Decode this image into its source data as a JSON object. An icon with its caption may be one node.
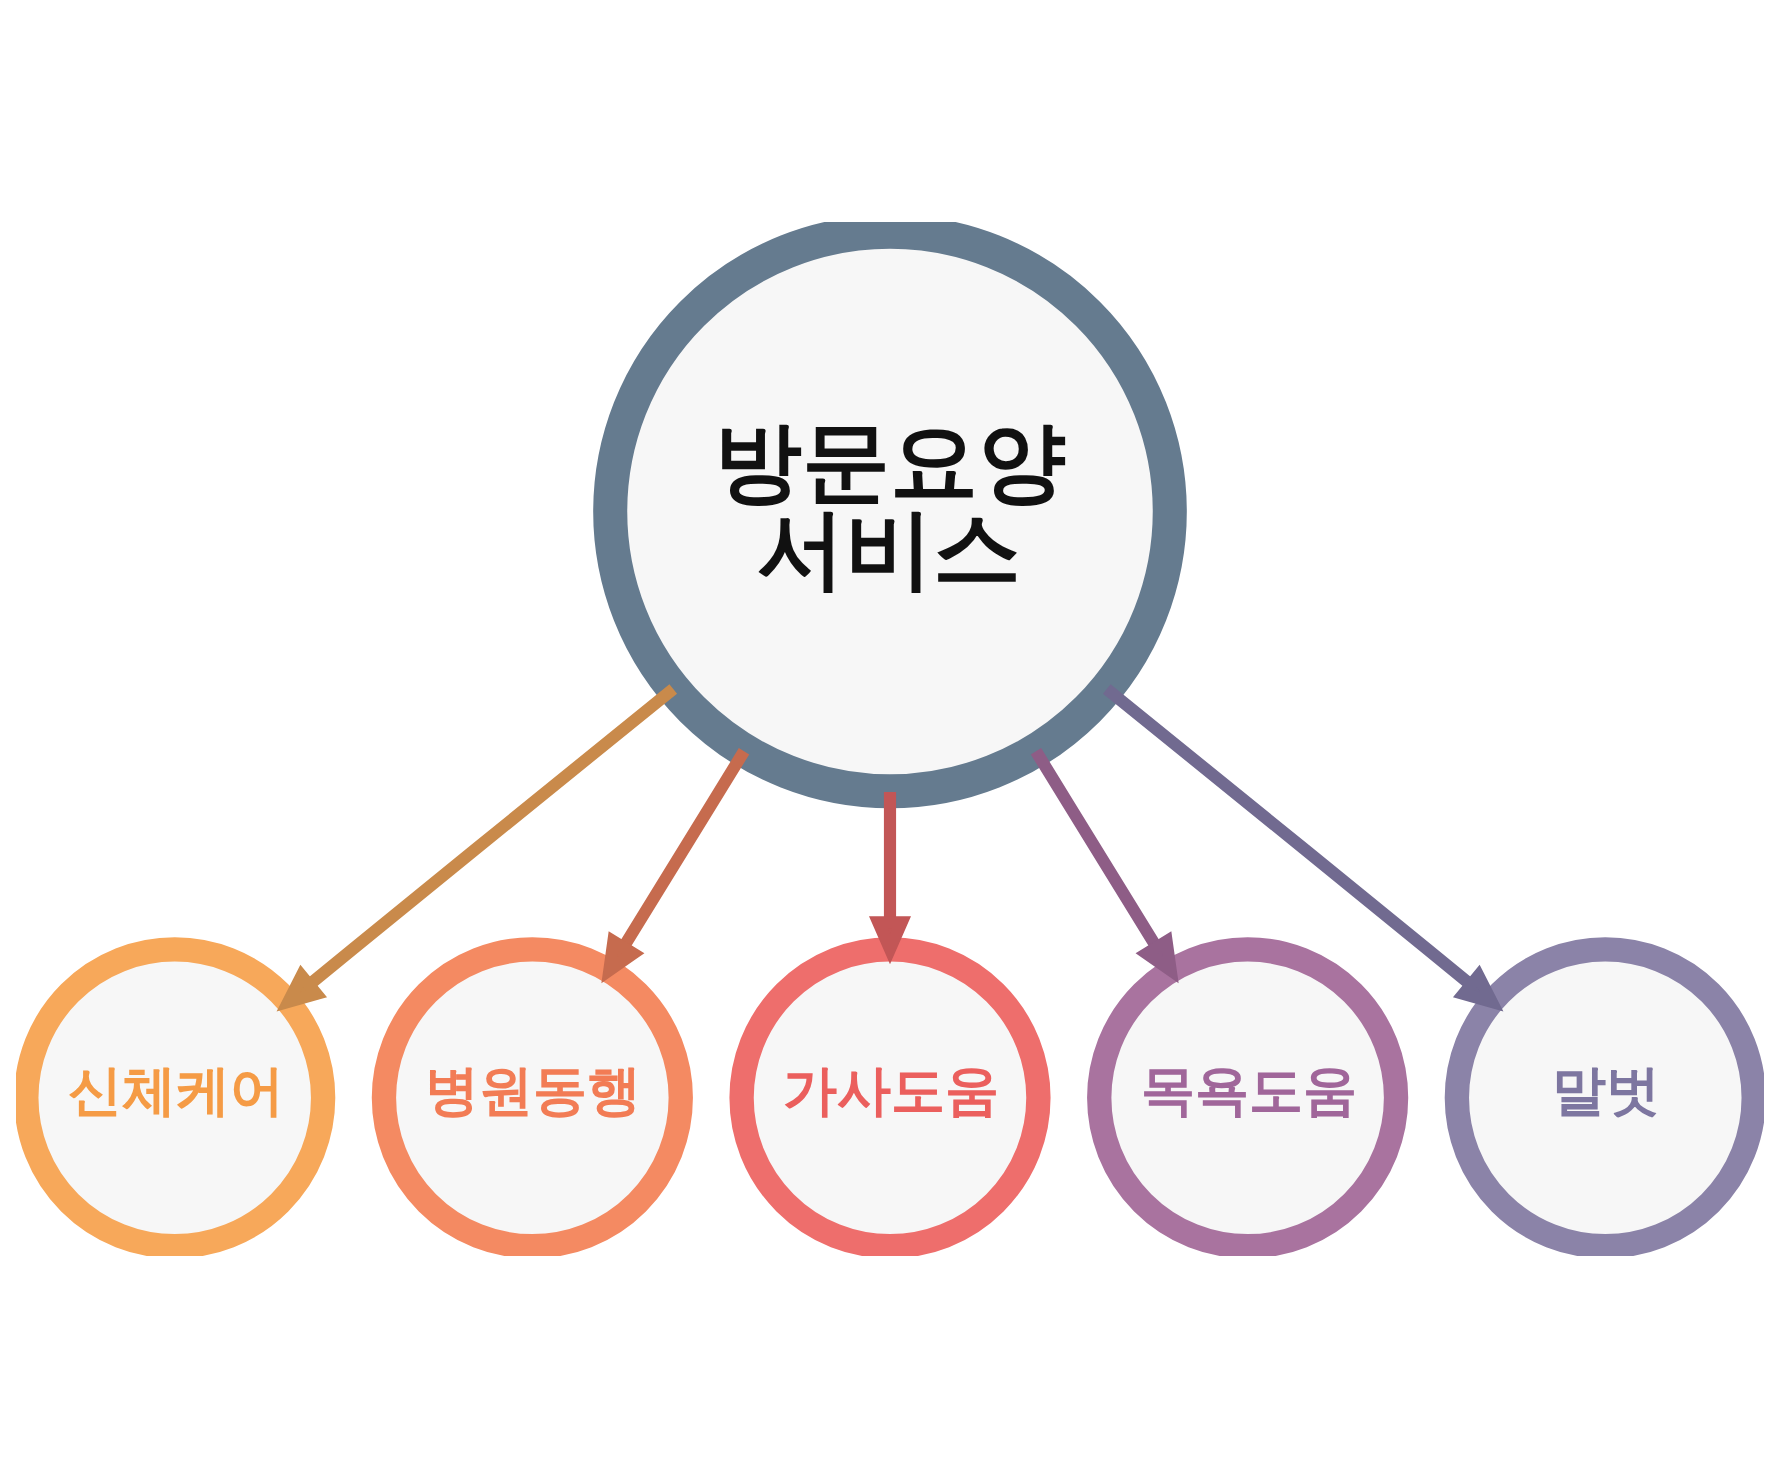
{
  "diagram": {
    "nodes": [
      {
        "text": [
          "방문요양 서비스"
        ]
      },
      {
        "text": [
          "신체케어"
        ]
      },
      {
        "text": [
          "병원동행"
        ]
      },
      {
        "text": [
          "가사도움"
        ]
      },
      {
        "text": [
          "목욕도움"
        ]
      },
      {
        "text": [
          "말벗"
        ]
      }
    ],
    "edges": [
      {
        "from": 0,
        "to": 1,
        "arrow": "to",
        "color": "#c98a4b"
      },
      {
        "from": 0,
        "to": 2,
        "arrow": "to",
        "color": "#c66b4e"
      },
      {
        "from": 0,
        "to": 3,
        "arrow": "to",
        "color": "#c25656"
      },
      {
        "from": 0,
        "to": 4,
        "arrow": "to",
        "color": "#8e5d86"
      },
      {
        "from": 0,
        "to": 5,
        "arrow": "to",
        "color": "#716a90"
      }
    ]
  }
}
